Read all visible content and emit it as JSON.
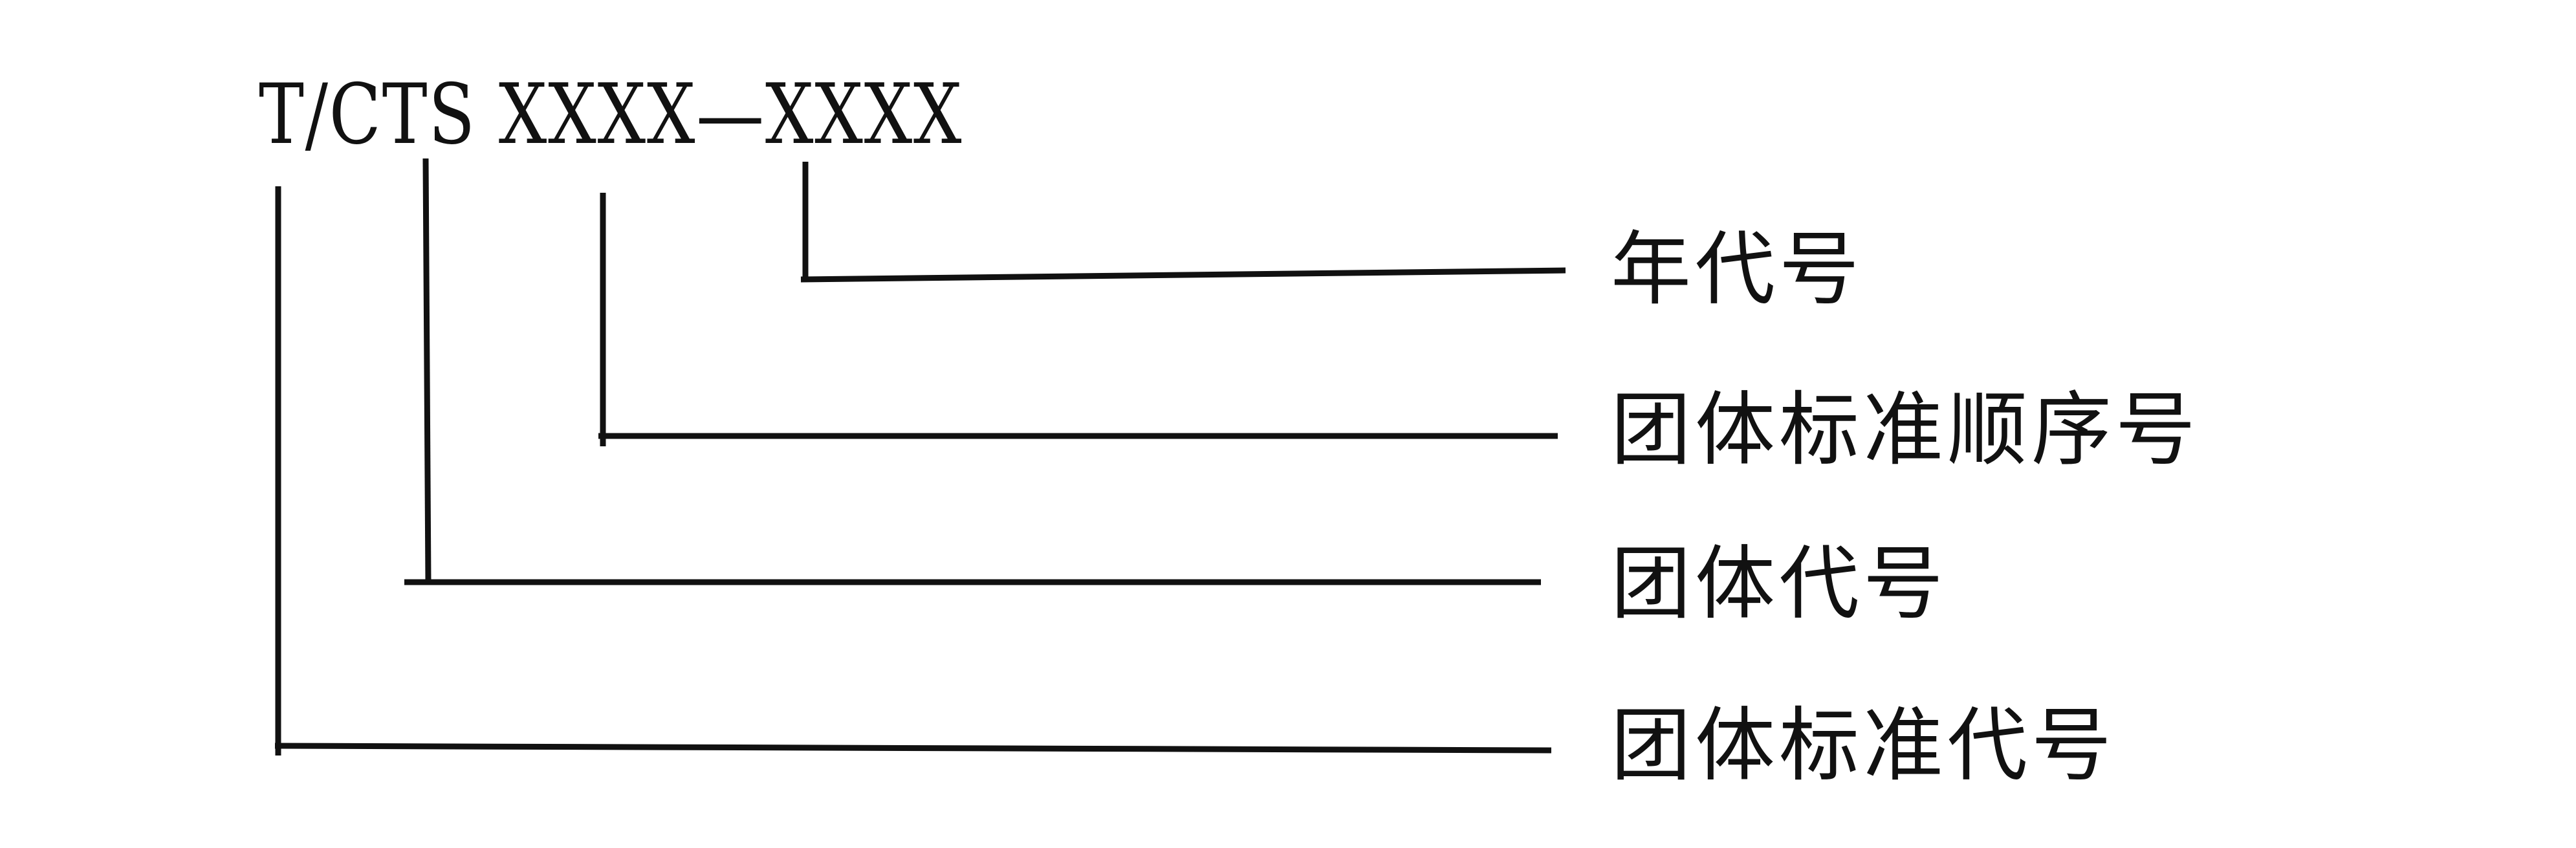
{
  "code": {
    "text": "T/CTS XXXX—XXXX"
  },
  "labels": {
    "year_code": "年代号",
    "sequence_number": "团体标准顺序号",
    "organization_code": "团体代号",
    "standard_code": "团体标准代号"
  }
}
